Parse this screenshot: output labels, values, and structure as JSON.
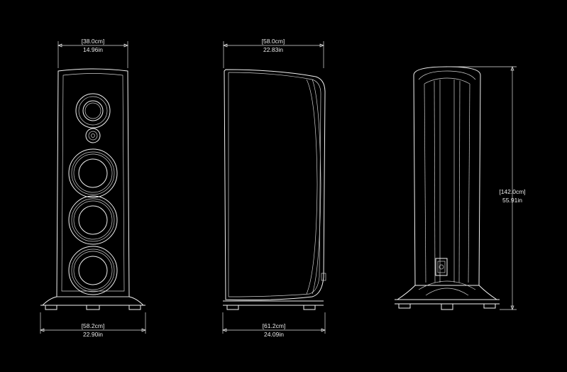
{
  "views": {
    "front": {
      "top_width_cm": "[38.0cm]",
      "top_width_in": "14.96in",
      "base_width_cm": "[58.2cm]",
      "base_width_in": "22.90in"
    },
    "side": {
      "top_depth_cm": "[58.0cm]",
      "top_depth_in": "22.83in",
      "base_depth_cm": "[61.2cm]",
      "base_depth_in": "24.09in"
    },
    "rear": {
      "height_cm": "[142.0cm]",
      "height_in": "55.91in"
    }
  },
  "colors": {
    "background": "#000000",
    "line": "#f2f2f2"
  }
}
